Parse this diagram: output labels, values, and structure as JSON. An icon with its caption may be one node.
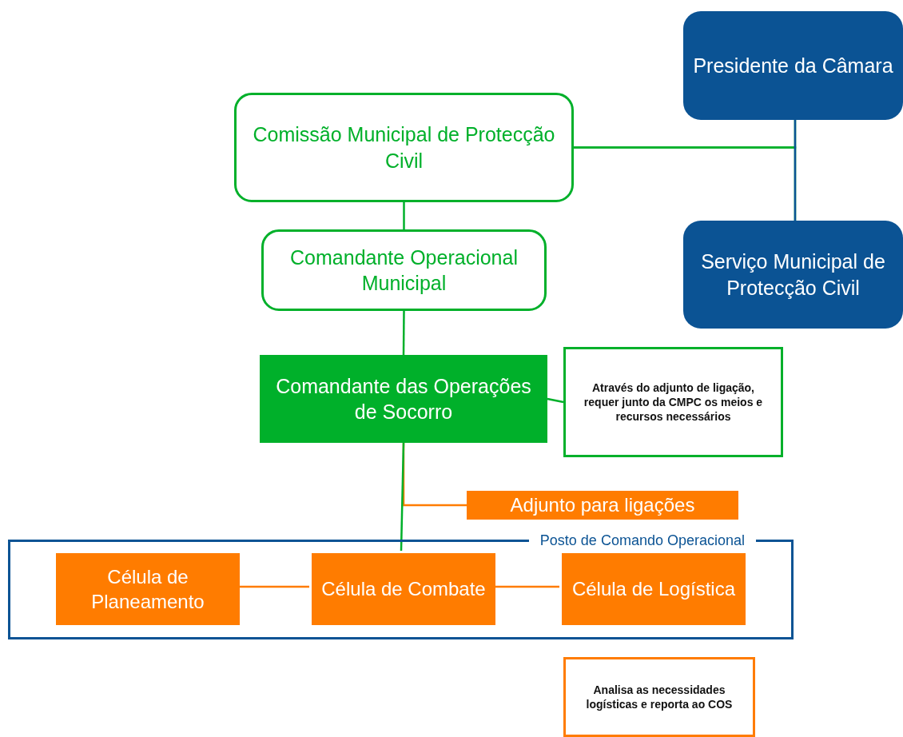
{
  "diagram": {
    "nodes": [
      {
        "text": [
          "Comissão Municipal de Protecção Civil"
        ]
      },
      {
        "text": [
          "Presidente da Câmara"
        ]
      },
      {
        "text": [
          "Serviço Municipal de Protecção Civil"
        ]
      },
      {
        "text": [
          "Comandante Operacional Municipal"
        ]
      },
      {
        "text": [
          "Comandante das Operações de Socorro"
        ]
      },
      {
        "text": [
          "Através do adjunto de ligação, requer junto da CMPC os meios e recursos necessários"
        ]
      },
      {
        "text": [
          "Adjunto para ligações"
        ]
      },
      {
        "text": [
          "Posto de Comando Operacional"
        ]
      },
      {
        "text": [
          "Célula de Planeamento"
        ],
        "in": 7
      },
      {
        "text": [
          "Célula de Combate"
        ],
        "in": 7
      },
      {
        "text": [
          "Célula de Logística"
        ],
        "in": 7
      },
      {
        "text": [
          "Analisa as necessidades logísticas e reporta ao COS"
        ]
      }
    ],
    "edges": [
      {
        "from": 0,
        "to": 1,
        "arrow": "none"
      },
      {
        "from": 0,
        "to": 2,
        "arrow": "none"
      },
      {
        "from": 1,
        "to": 2,
        "arrow": "none",
        "color": "#0b5394"
      },
      {
        "from": 0,
        "to": 3,
        "arrow": "none"
      },
      {
        "from": 3,
        "to": 4,
        "arrow": "none"
      },
      {
        "from": 4,
        "to": 5,
        "arrow": "none"
      },
      {
        "from": 4,
        "to": 6,
        "arrow": "none",
        "color": "#ff7c00"
      },
      {
        "from": 4,
        "to": 9,
        "arrow": "none"
      },
      {
        "from": 8,
        "to": 9,
        "arrow": "none",
        "color": "#ff7c00"
      },
      {
        "from": 9,
        "to": 10,
        "arrow": "none",
        "color": "#ff7c00"
      }
    ]
  }
}
